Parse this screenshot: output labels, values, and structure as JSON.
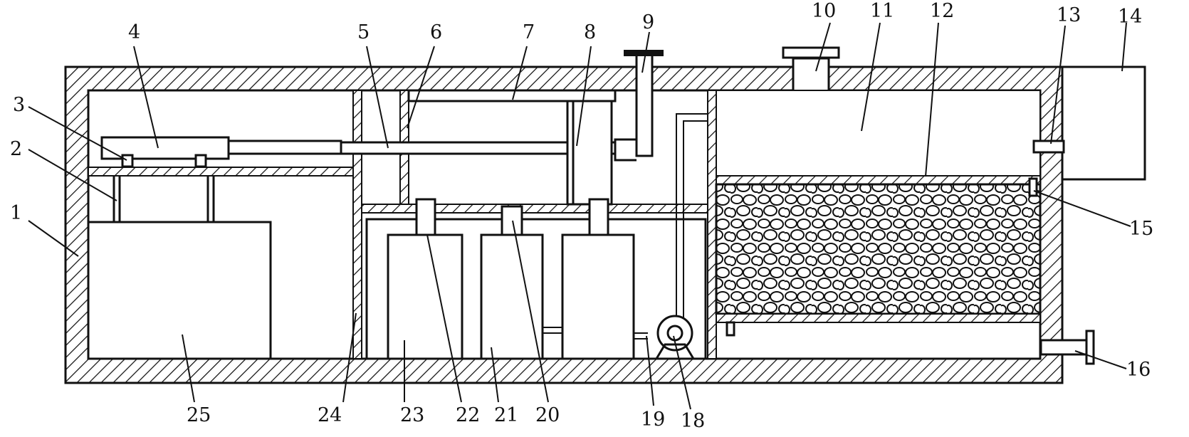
{
  "labels": [
    "1",
    "2",
    "3",
    "4",
    "5",
    "6",
    "7",
    "8",
    "9",
    "10",
    "11",
    "12",
    "13",
    "14",
    "15",
    "16",
    "18",
    "19",
    "20",
    "21",
    "22",
    "23",
    "24",
    "25"
  ],
  "colors": {
    "ink": "#111111",
    "paper": "#ffffff"
  }
}
